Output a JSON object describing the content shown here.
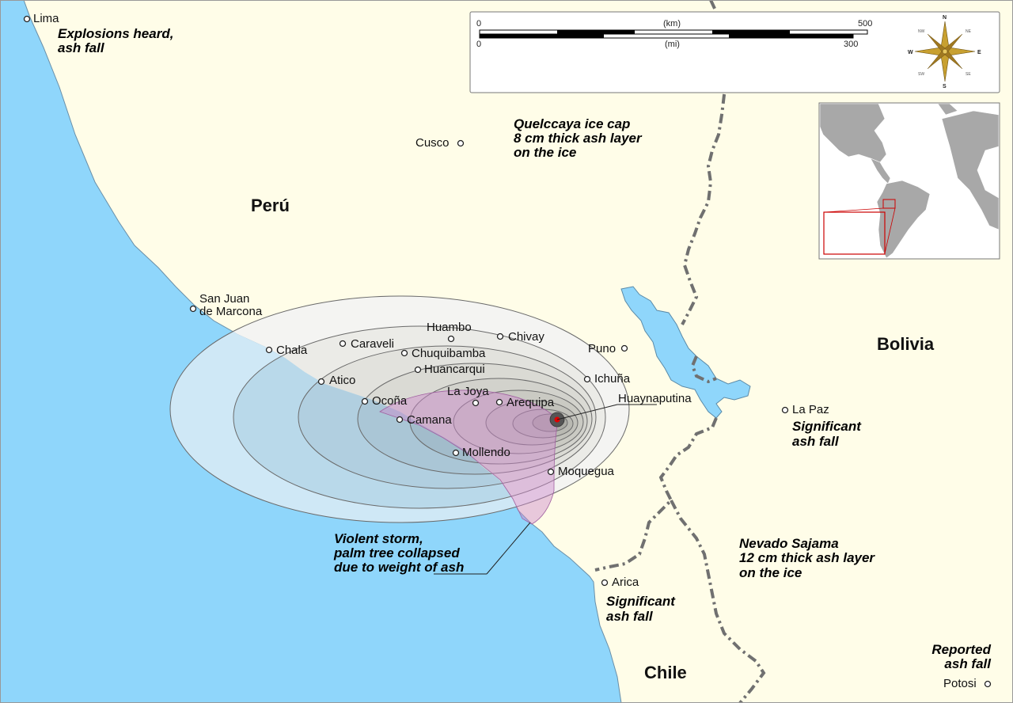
{
  "map": {
    "countries": {
      "peru": "Perú",
      "bolivia": "Bolivia",
      "chile": "Chile"
    },
    "cities": {
      "lima": "Lima",
      "cusco": "Cusco",
      "san_juan_line1": "San Juan",
      "san_juan_line2": "de Marcona",
      "chala": "Chala",
      "caraveli": "Caraveli",
      "huambo": "Huambo",
      "chivay": "Chivay",
      "chuquibamba": "Chuquibamba",
      "huancarqui": "Huancarqui",
      "atico": "Atico",
      "ocona": "Ocoña",
      "la_joya": "La Joya",
      "arequipa": "Arequipa",
      "camana": "Camana",
      "mollendo": "Mollendo",
      "moquegua": "Moquegua",
      "puno": "Puno",
      "ichuna": "Ichuña",
      "huaynaputina": "Huaynaputina",
      "la_paz": "La Paz",
      "arica": "Arica",
      "potosi": "Potosi"
    },
    "annotations": {
      "lima_l1": "Explosions heard,",
      "lima_l2": "ash fall",
      "quelccaya_l1": "Quelccaya ice cap",
      "quelccaya_l2": "8 cm thick ash layer",
      "quelccaya_l3": "on the ice",
      "lapaz_l1": "Significant",
      "lapaz_l2": "ash fall",
      "storm_l1": "Violent storm,",
      "storm_l2": "palm tree collapsed",
      "storm_l3": "due to weight of ash",
      "sajama_l1": "Nevado Sajama",
      "sajama_l2": "12 cm thick ash layer",
      "sajama_l3": "on the ice",
      "arica_l1": "Significant",
      "arica_l2": "ash fall",
      "potosi_l1": "Reported",
      "potosi_l2": "ash fall"
    },
    "scale": {
      "km_unit": "(km)",
      "mi_unit": "(mi)",
      "km_start": "0",
      "km_end": "500",
      "mi_start": "0",
      "mi_end": "300"
    },
    "compass": {
      "n": "N",
      "s": "S",
      "e": "E",
      "w": "W",
      "nw": "NW",
      "ne": "NE",
      "sw": "SW",
      "se": "SE"
    },
    "colors": {
      "ocean": "#8fd6fb",
      "land": "#fffde8",
      "ash_zone": "#cc88cc",
      "volcano": "#e00000",
      "border": "#707070",
      "inset_frame": "#cc0000"
    }
  }
}
